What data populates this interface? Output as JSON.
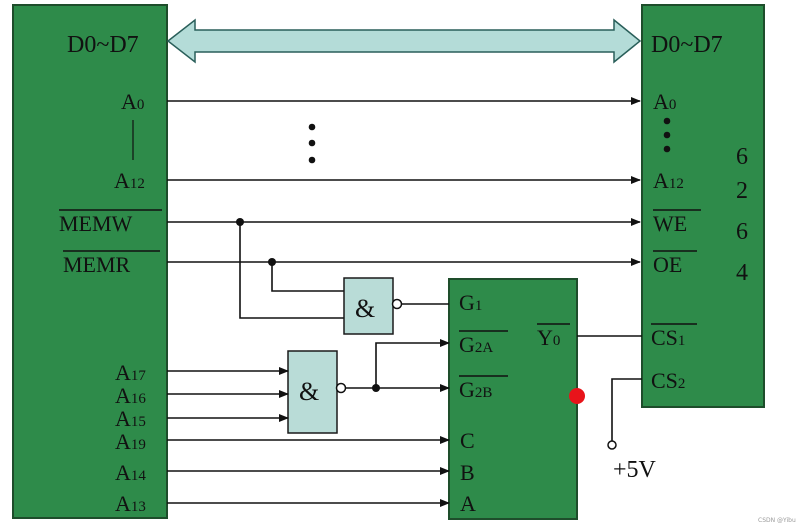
{
  "cpu": {
    "data_bus": "D0~D7",
    "a0": {
      "base": "A",
      "sub": "0"
    },
    "a12": {
      "base": "A",
      "sub": "12"
    },
    "memw": "MEMW",
    "memr": "MEMR",
    "a17": {
      "base": "A",
      "sub": "17"
    },
    "a16": {
      "base": "A",
      "sub": "16"
    },
    "a15": {
      "base": "A",
      "sub": "15"
    },
    "a19": {
      "base": "A",
      "sub": "19"
    },
    "a14": {
      "base": "A",
      "sub": "14"
    },
    "a13": {
      "base": "A",
      "sub": "13"
    }
  },
  "memory": {
    "data_bus": "D0~D7",
    "a0": {
      "base": "A",
      "sub": "0"
    },
    "a12": {
      "base": "A",
      "sub": "12"
    },
    "we": "WE",
    "oe": "OE",
    "cs1": {
      "base": "CS",
      "sub": "1"
    },
    "cs2": {
      "base": "CS",
      "sub": "2"
    },
    "chip_digits": [
      "6",
      "2",
      "6",
      "4"
    ]
  },
  "decoder": {
    "g1": {
      "base": "G",
      "sub": "1"
    },
    "g2a": {
      "base": "G",
      "sub": "2A"
    },
    "g2b": {
      "base": "G",
      "sub": "2B"
    },
    "c": "C",
    "b": "B",
    "a": "A",
    "y0": {
      "base": "Y",
      "sub": "0"
    }
  },
  "gates": {
    "upper_and": "&",
    "lower_and": "&"
  },
  "power": "+5V",
  "watermark": "CSDN @Yibu",
  "colors": {
    "block": "#2e8b4a",
    "gate": "#b9dcd7",
    "bus_arrow": "#b4dcd8",
    "marker": "#e8141a"
  }
}
